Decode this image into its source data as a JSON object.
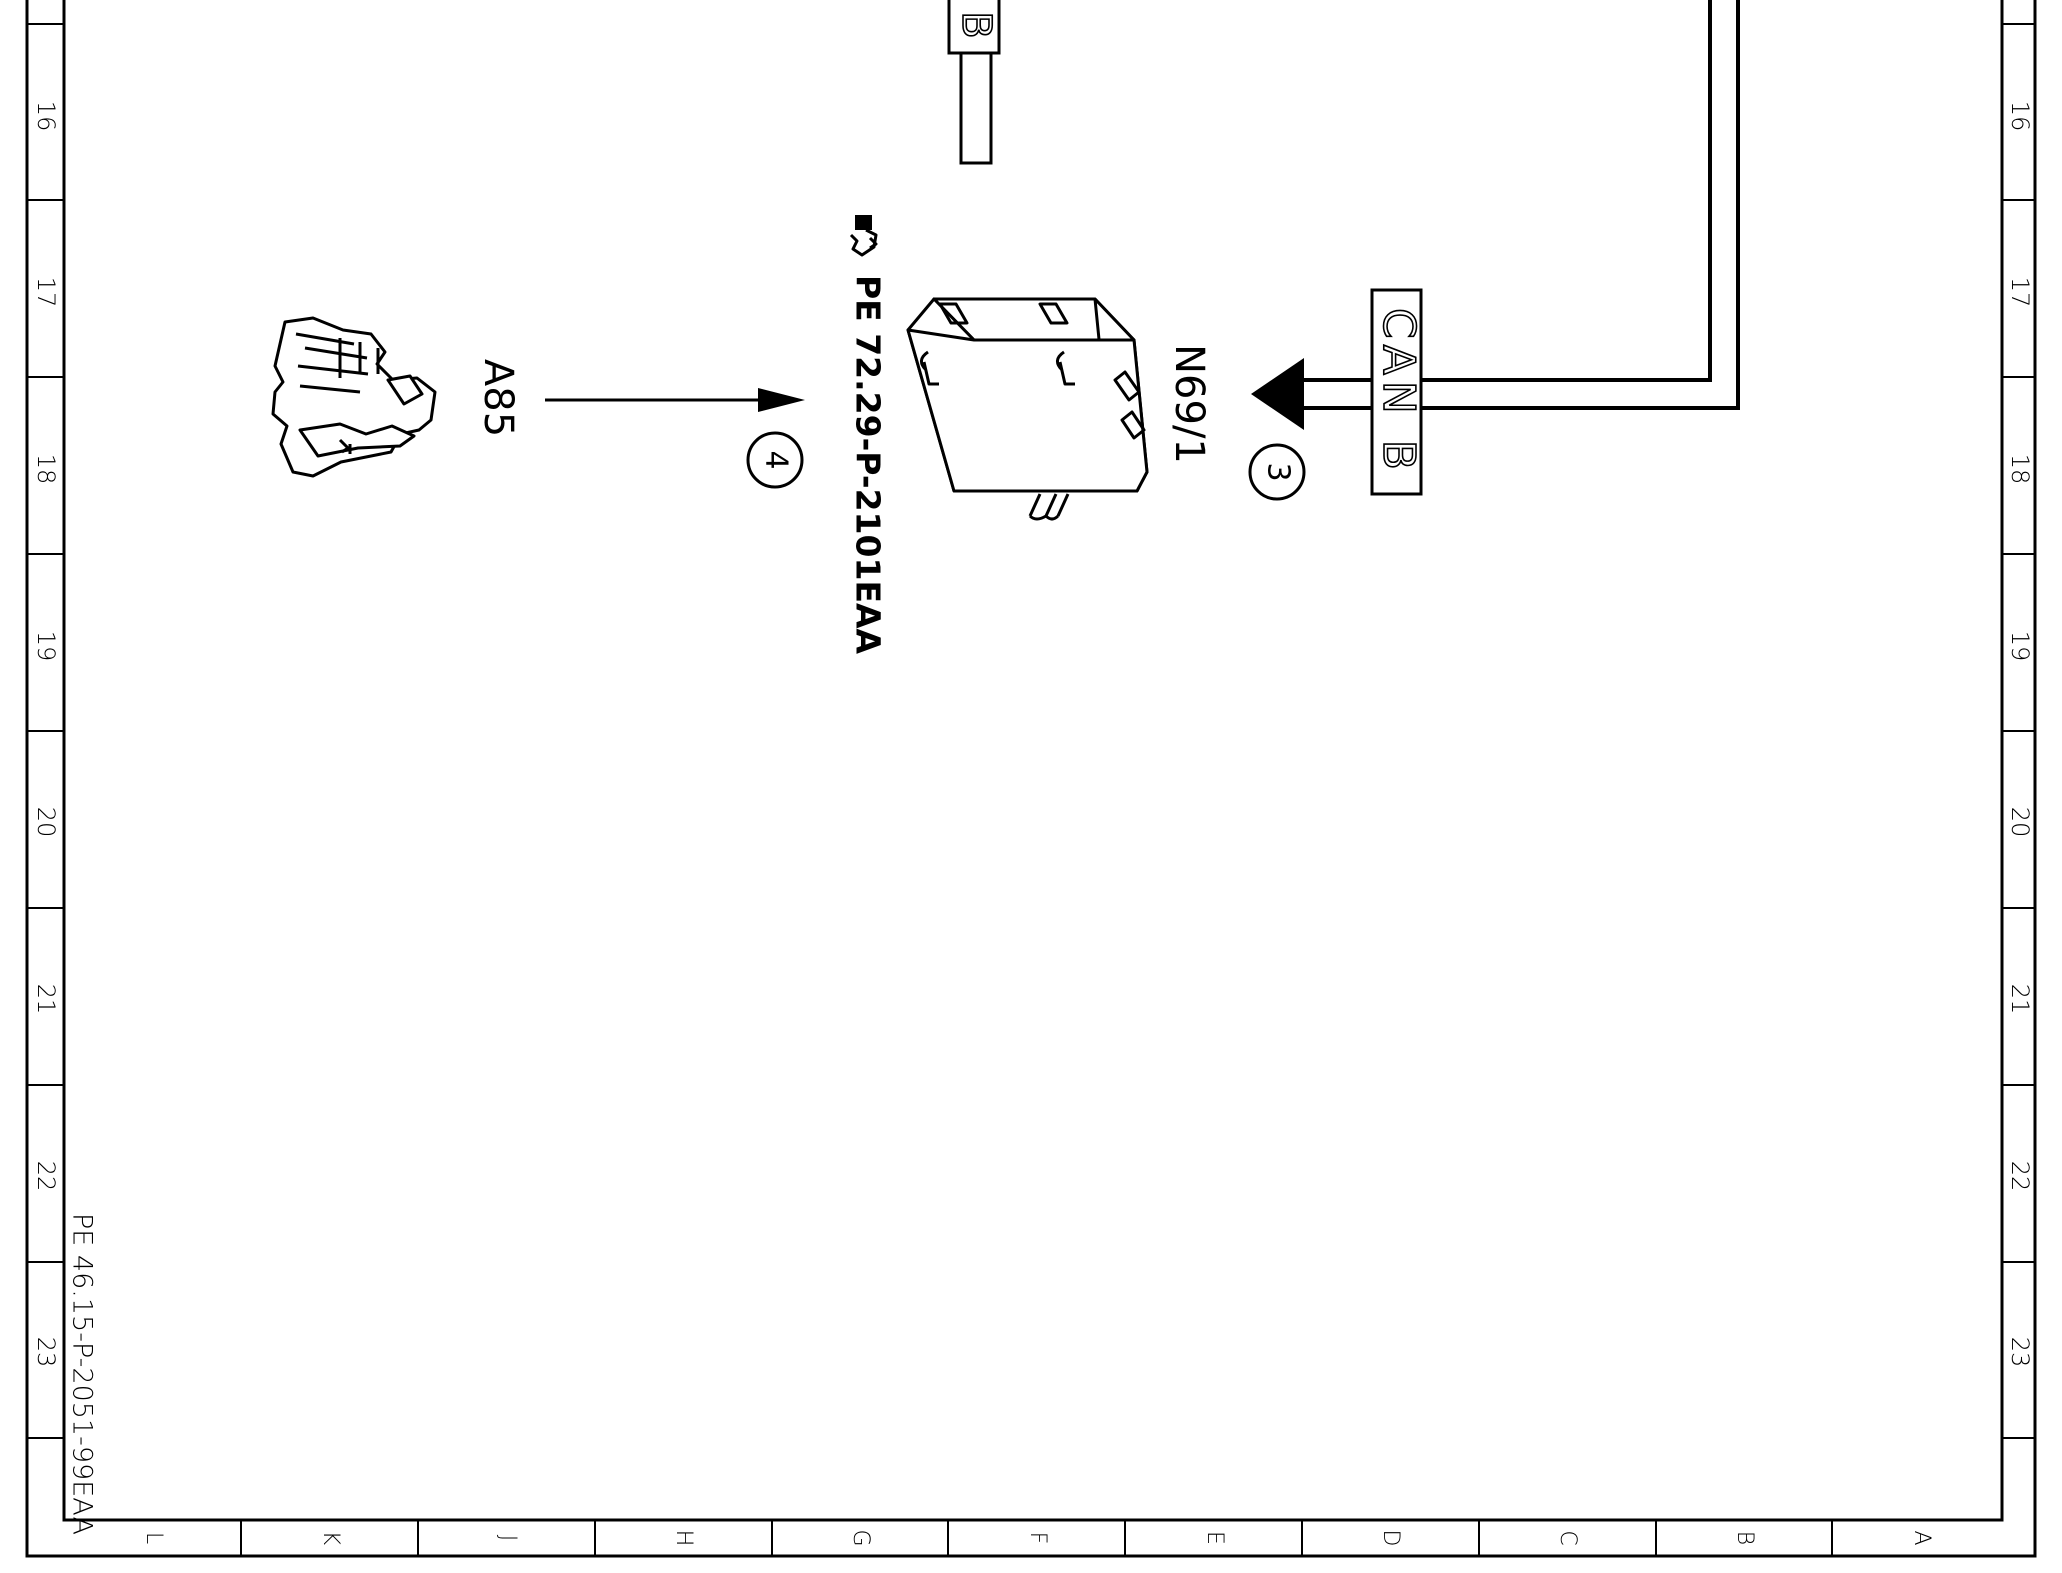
{
  "border": {
    "row_labels": [
      "16",
      "17",
      "18",
      "19",
      "20",
      "21",
      "22",
      "23"
    ],
    "column_labels": [
      "L",
      "K",
      "J",
      "H",
      "G",
      "F",
      "E",
      "D",
      "C",
      "B",
      "A"
    ]
  },
  "top_connector": {
    "label": "B"
  },
  "components": {
    "a85": {
      "label": "A85",
      "icon": "switch-module-icon"
    },
    "n69_1": {
      "label": "N69/1",
      "icon": "control-unit-icon"
    }
  },
  "callouts": {
    "c3": "3",
    "c4": "4"
  },
  "bus": {
    "label": "CAN B"
  },
  "references": {
    "image_ref": "PE 72.29-P-2101EAA",
    "drawing_id": "PE 46.15-P-2051-99EAA"
  }
}
